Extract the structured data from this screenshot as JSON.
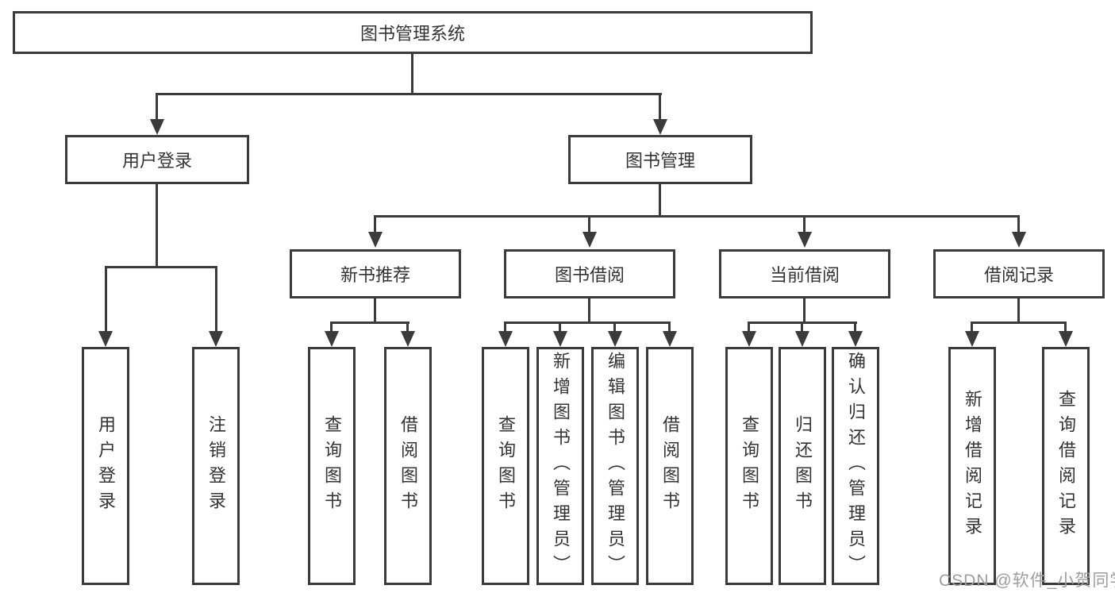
{
  "diagram_title": "图书管理系统",
  "nodes": {
    "root": "图书管理系统",
    "user_login": "用户登录",
    "book_mgmt": "图书管理",
    "new_book_rec": "新书推荐",
    "book_borrow": "图书借阅",
    "current_borrow": "当前借阅",
    "borrow_record": "借阅记录",
    "ul_user_login": "用户登录",
    "ul_logout": "注销登录",
    "nb_query_book": "查询图书",
    "nb_borrow_book": "借阅图书",
    "bb_query_book": "查询图书",
    "bb_add_book": "新增图书（管理员）",
    "bb_edit_book": "编辑图书（管理员）",
    "bb_borrow_book": "借阅图书",
    "cb_query_book": "查询图书",
    "cb_return_book": "归还图书",
    "cb_confirm_return": "确认归还（管理员）",
    "br_add_record": "新增借阅记录",
    "br_query_record": "查询借阅记录"
  },
  "watermark": "CSDN @软件_小贺同学",
  "colors": {
    "line": "#3b3b3b",
    "text": "#333333",
    "watermark": "#9e9e9e",
    "background": "#ffffff"
  }
}
